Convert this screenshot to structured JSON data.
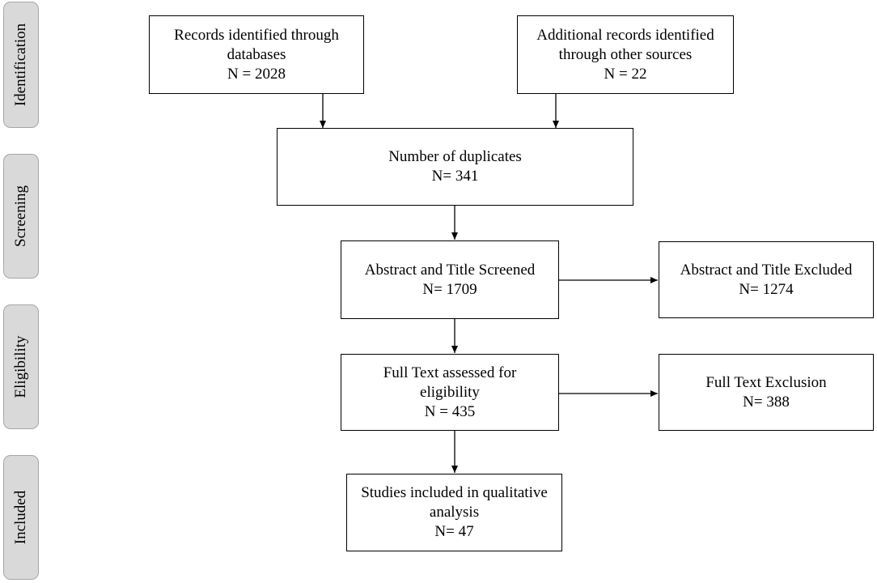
{
  "phases": {
    "identification": "Identification",
    "screening": "Screening",
    "eligibility": "Eligibility",
    "included": "Included"
  },
  "boxes": {
    "records_databases": {
      "line1": "Records identified through",
      "line2": "databases",
      "line3": "N = 2028"
    },
    "additional_records": {
      "line1": "Additional records identified",
      "line2": "through other sources",
      "line3": "N = 22"
    },
    "duplicates": {
      "line1": "Number of duplicates",
      "line2": "N= 341"
    },
    "abstract_screened": {
      "line1": "Abstract and Title Screened",
      "line2": "N= 1709"
    },
    "abstract_excluded": {
      "line1": "Abstract and Title Excluded",
      "line2": "N= 1274"
    },
    "full_text_assessed": {
      "line1": "Full Text assessed for",
      "line2": "eligibility",
      "line3": "N = 435"
    },
    "full_text_exclusion": {
      "line1": "Full Text Exclusion",
      "line2": "N= 388"
    },
    "studies_included": {
      "line1": "Studies included in qualitative",
      "line2": "analysis",
      "line3": "N= 47"
    }
  },
  "colors": {
    "phase_fill": "#d9d9d9",
    "phase_border": "#a6a6a6",
    "line": "#000000"
  }
}
